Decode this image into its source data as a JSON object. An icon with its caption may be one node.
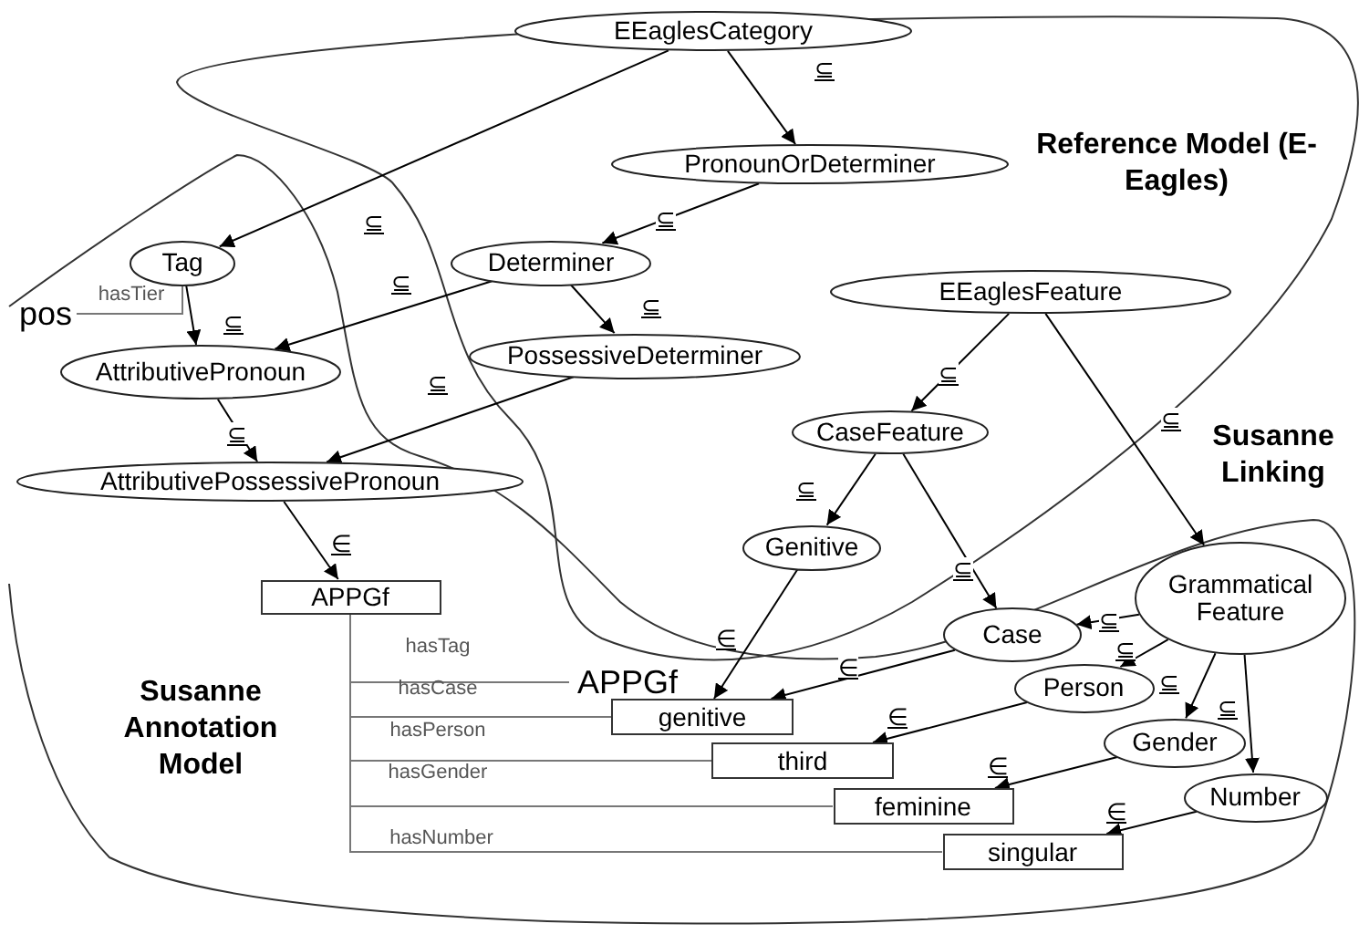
{
  "diagram": {
    "nodes": [
      {
        "text": [
          "EEaglesCategory"
        ]
      },
      {
        "text": [
          "PronounOrDeterminer"
        ]
      },
      {
        "text": [
          "Tag"
        ]
      },
      {
        "text": [
          "Determiner"
        ]
      },
      {
        "text": [
          "pos"
        ]
      },
      {
        "text": [
          "PossessiveDeterminer"
        ]
      },
      {
        "text": [
          "EEaglesFeature"
        ]
      },
      {
        "text": [
          "AttributivePronoun"
        ]
      },
      {
        "text": [
          "CaseFeature"
        ]
      },
      {
        "text": [
          "AttributivePossessivePronoun"
        ]
      },
      {
        "text": [
          "APPGf"
        ]
      },
      {
        "text": [
          "Genitive"
        ]
      },
      {
        "text": [
          "Grammatical Feature"
        ]
      },
      {
        "text": [
          "Case"
        ]
      },
      {
        "text": [
          "APPGf"
        ]
      },
      {
        "text": [
          "genitive"
        ]
      },
      {
        "text": [
          "Person"
        ]
      },
      {
        "text": [
          "third"
        ]
      },
      {
        "text": [
          "Gender"
        ]
      },
      {
        "text": [
          "feminine"
        ]
      },
      {
        "text": [
          "Number"
        ]
      },
      {
        "text": [
          "singular"
        ]
      }
    ],
    "edges": [
      {
        "from": 0,
        "to": 1,
        "arrow": "to",
        "label": "⊆"
      },
      {
        "from": 0,
        "to": 2,
        "arrow": "to",
        "label": "⊆"
      },
      {
        "from": 1,
        "to": 3,
        "arrow": "to",
        "label": "⊆"
      },
      {
        "from": 2,
        "to": 4,
        "arrow": "none",
        "label": "hasTier",
        "color": "#777777"
      },
      {
        "from": 2,
        "to": 7,
        "arrow": "to",
        "label": "⊆"
      },
      {
        "from": 3,
        "to": 7,
        "arrow": "to",
        "label": "⊆"
      },
      {
        "from": 3,
        "to": 5,
        "arrow": "to",
        "label": "⊆"
      },
      {
        "from": 7,
        "to": 9,
        "arrow": "to",
        "label": "⊆"
      },
      {
        "from": 5,
        "to": 9,
        "arrow": "to",
        "label": "⊆"
      },
      {
        "from": 9,
        "to": 10,
        "arrow": "to",
        "label": "∈"
      },
      {
        "from": 6,
        "to": 8,
        "arrow": "to",
        "label": "⊆"
      },
      {
        "from": 6,
        "to": 12,
        "arrow": "to",
        "label": "⊆"
      },
      {
        "from": 8,
        "to": 11,
        "arrow": "to",
        "label": "⊆"
      },
      {
        "from": 8,
        "to": 13,
        "arrow": "to",
        "label": "⊆"
      },
      {
        "from": 11,
        "to": 15,
        "arrow": "to",
        "label": "∈"
      },
      {
        "from": 13,
        "to": 15,
        "arrow": "to",
        "label": "∈"
      },
      {
        "from": 12,
        "to": 13,
        "arrow": "to",
        "label": "⊆"
      },
      {
        "from": 12,
        "to": 16,
        "arrow": "to",
        "label": "⊆"
      },
      {
        "from": 12,
        "to": 18,
        "arrow": "to",
        "label": "⊆"
      },
      {
        "from": 12,
        "to": 20,
        "arrow": "to",
        "label": "⊆"
      },
      {
        "from": 16,
        "to": 17,
        "arrow": "to",
        "label": "∈"
      },
      {
        "from": 18,
        "to": 19,
        "arrow": "to",
        "label": "∈"
      },
      {
        "from": 20,
        "to": 21,
        "arrow": "to",
        "label": "∈"
      },
      {
        "from": 10,
        "to": 14,
        "arrow": "none",
        "label": "hasTag",
        "color": "#777777"
      },
      {
        "from": 10,
        "to": 15,
        "arrow": "none",
        "label": "hasCase",
        "color": "#777777"
      },
      {
        "from": 10,
        "to": 17,
        "arrow": "none",
        "label": "hasPerson",
        "color": "#777777"
      },
      {
        "from": 10,
        "to": 19,
        "arrow": "none",
        "label": "hasGender",
        "color": "#777777"
      },
      {
        "from": 10,
        "to": 21,
        "arrow": "none",
        "label": "hasNumber",
        "color": "#777777"
      }
    ],
    "labels": [
      "Reference Model (E-Eagles)",
      "Susanne Linking",
      "Susanne Annotation Model"
    ]
  }
}
